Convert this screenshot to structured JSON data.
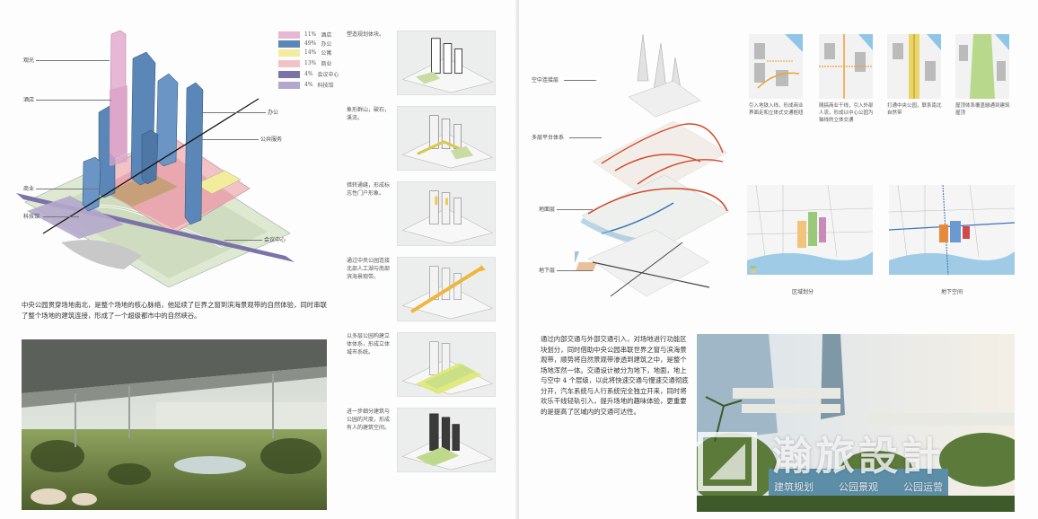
{
  "left_page": {
    "legend": [
      {
        "pct": "11%",
        "label": "酒店",
        "color": "#e7b7d6"
      },
      {
        "pct": "49%",
        "label": "办公",
        "color": "#5b87b8"
      },
      {
        "pct": "14%",
        "label": "公寓",
        "color": "#f1ed9c"
      },
      {
        "pct": "13%",
        "label": "商业",
        "color": "#f2c3c6"
      },
      {
        "pct": "4%",
        "label": "会议中心",
        "color": "#7b73a8"
      },
      {
        "pct": "4%",
        "label": "科技馆",
        "color": "#b4a8cc"
      }
    ],
    "callouts": {
      "tower": "观光",
      "hotel": "酒店",
      "office": "办公",
      "public": "公共服务",
      "retail": "商业",
      "science": "科技馆",
      "conference": "会议中心"
    },
    "steps": [
      "塑造规划体块。",
      "象形群山，破石，溪流。",
      "措转通缝，形成标志性门户形象。",
      "通过中央公园连接北部人工湖与南部滨海景观带。",
      "以多层公园构建立体体系，形成立体城市系统。",
      "进一步细分建筑与公园的尺度，形成有人的建筑空间。"
    ],
    "paragraph": "中央公园贯穿场地南北，是整个场地的核心脉络，他延续了巨界之窗到滨海景观带的自然体验，同时串联了整个场地的建筑连接，形成了一个超级都市中的自然峡谷。"
  },
  "right_page": {
    "layers": [
      "空中连接层",
      "多层平台体系",
      "地面层",
      "地下层"
    ],
    "thumbs": [
      "引入地铁入线，形成商业界面走和立体式交通枢纽",
      "随搞商业干线，引入外部人流，形成以中心公园为轴线的立体交通",
      "打通中央公园，联系南北自然带",
      "屋顶体系覆盖融通到建筑屋顶"
    ],
    "map_labels": [
      "区域划分",
      "地下空间"
    ],
    "paragraph": "通过内部交通与外部交通引入，对场地进行功能区块划分，同时借助中央公园串联世界之窗与滨海景观带，顺势将自然景观带渗透到建筑之中，是整个场地浑然一体。交通设计被分为地下，地面，地上与空中 4 个层级，以此将快速交通与慢速交通彻底分开，汽车系统与人行系统完全独立开来，同时将欢乐干线轻轨引入，提升场地的趣味体验，更重要的是提高了区域内的交通可达性。"
  },
  "watermark": {
    "title": "瀚旅設計",
    "sub": [
      "建筑规划",
      "公园景观",
      "公园运营"
    ]
  }
}
